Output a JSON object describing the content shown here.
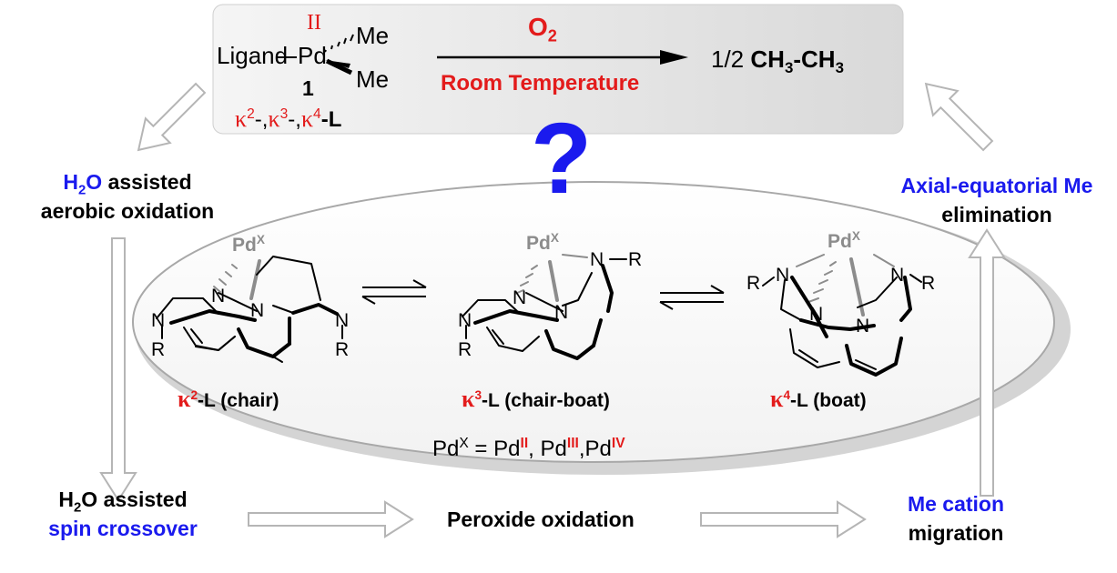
{
  "reaction": {
    "ligand": "Ligand",
    "metal": "Pd",
    "ox_state": "II",
    "methyl_1": "Me",
    "methyl_2": "Me",
    "complex_number": "1",
    "kappa_sym": "κ",
    "k2": "2",
    "k3": "3",
    "k4": "4",
    "sep": "-,",
    "kappa_tail": "-L",
    "oxidant_base": "O",
    "oxidant_sub": "2",
    "condition": "Room Temperature",
    "product_coeff": "1/2",
    "product_a": "CH",
    "product_a_sub": "3",
    "product_dash": "-CH",
    "product_b_sub": "3",
    "question_mark": "?"
  },
  "cycle": {
    "water_step_a_formula_h": "H",
    "water_step_a_formula_sub": "2",
    "water_step_a_formula_o": "O",
    "water_step_a_line1_rest": " assisted",
    "water_step_a_line2": "aerobic oxidation",
    "water_step_b_formula_h": "H",
    "water_step_b_formula_sub": "2",
    "water_step_b_formula_o": "O",
    "water_step_b_line1_rest": " assisted",
    "water_step_b_line2": "spin crossover",
    "peroxide_step": "Peroxide oxidation",
    "me_cation_line1": "Me cation",
    "me_cation_line2": "migration",
    "elimination_line1": "Axial-equatorial Me",
    "elimination_line2": "elimination"
  },
  "conformers": {
    "pd_label": "Pd",
    "pd_sup": "X",
    "n_atom": "N",
    "r_group": "R",
    "dash": "-",
    "chair_sup": "2",
    "chair_tail": "-L (chair)",
    "chairboat_sup": "3",
    "chairboat_tail": "-L (chair-boat)",
    "boat_sup": "4",
    "boat_tail": "-L (boat)",
    "legend_prefix": "Pd",
    "legend_sup": "X",
    "legend_eq": " = Pd",
    "legend_ii": "II",
    "legend_mid1": ", Pd",
    "legend_iii": "III",
    "legend_mid2": ",Pd",
    "legend_iv": "IV"
  },
  "colors": {
    "red": "#e31b1b",
    "blue": "#1a1aee",
    "gray_arrow": "#b8b8b8",
    "pd_gray": "#8c8c8c"
  }
}
